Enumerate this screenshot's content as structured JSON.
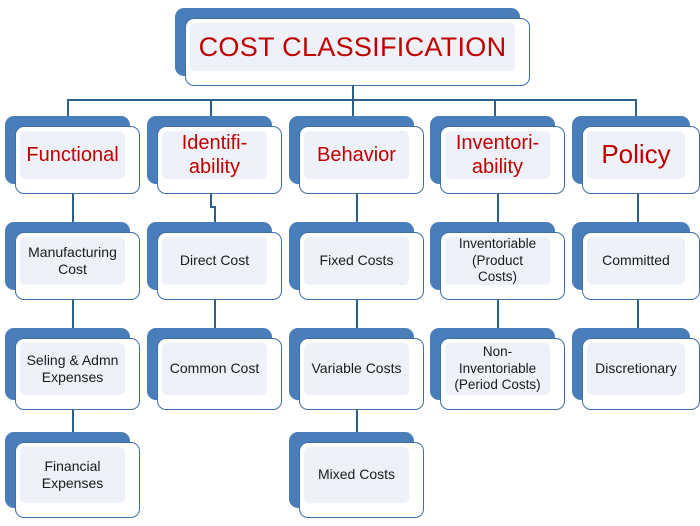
{
  "diagram": {
    "title": "COST CLASSIFICATION",
    "root_label": "COST CLASSIFICATION",
    "colors": {
      "accent_blue": "#4a7ebb",
      "border_blue": "#3e6fa8",
      "connector_blue": "#2e5f8a",
      "panel_fill": "#eef2f8",
      "heading_red": "#c00000",
      "body_text": "#1a1a1a",
      "background": "#ffffff"
    },
    "branches": [
      {
        "header": "Functional",
        "children": [
          "Manufacturing\nCost",
          "Seling & Admn\nExpenses",
          "Financial\nExpenses"
        ]
      },
      {
        "header": "Identifi-\nability",
        "children": [
          "Direct Cost",
          "Common Cost"
        ]
      },
      {
        "header": "Behavior",
        "children": [
          "Fixed Costs",
          "Variable Costs",
          "Mixed Costs"
        ]
      },
      {
        "header": "Inventori-\nability",
        "children": [
          "Inventoriable\n(Product\nCosts)",
          "Non-\nInventoriable\n(Period Costs)"
        ]
      },
      {
        "header": "Policy",
        "children": [
          "Committed",
          "Discretionary"
        ]
      }
    ]
  }
}
